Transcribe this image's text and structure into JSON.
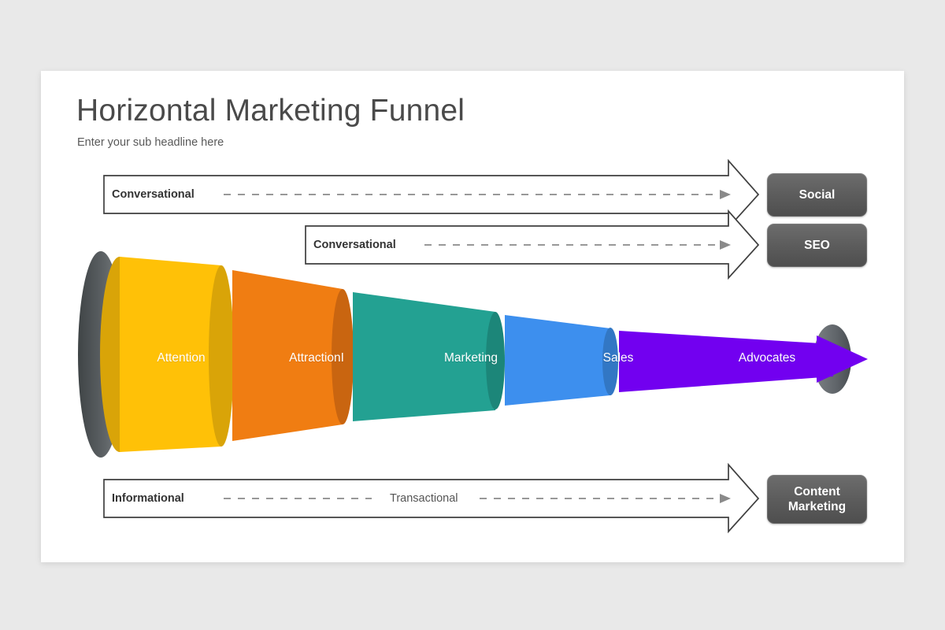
{
  "slide": {
    "title": "Horizontal Marketing Funnel",
    "subtitle": "Enter your sub headline here"
  },
  "colors": {
    "background": "#e9e9e9",
    "slide": "#ffffff",
    "title_text": "#4a4a4a",
    "subtitle_text": "#595959",
    "arrow_stroke": "#3f3f3f",
    "dash_line": "#8a8a8a",
    "tag_dark": "#5d5d5d",
    "cap_gray": "#555a5d"
  },
  "arrows": [
    {
      "id": "top-arrow-social",
      "labels": [
        {
          "text": "Conversational",
          "bold": true
        }
      ],
      "tag": "Social"
    },
    {
      "id": "top-arrow-seo",
      "labels": [
        {
          "text": "Conversational",
          "bold": true
        }
      ],
      "tag": "SEO"
    },
    {
      "id": "bottom-arrow-content-marketing",
      "labels": [
        {
          "text": "Informational",
          "bold": true
        },
        {
          "text": "Transactional",
          "bold": false
        }
      ],
      "tag": "Content Marketing",
      "tag_lines": [
        "Content",
        "Marketing"
      ]
    }
  ],
  "funnel": {
    "type": "horizontal-funnel",
    "stages": [
      {
        "label": "Attention",
        "face": "#FFC107",
        "cap": "#D9A408"
      },
      {
        "label": "AttractionI",
        "face": "#F07D12",
        "cap": "#C96510"
      },
      {
        "label": "Marketing",
        "face": "#23A192",
        "cap": "#1C8679"
      },
      {
        "label": "Sales",
        "face": "#3D8FEE",
        "cap": "#3277C4"
      },
      {
        "label": "Advocates",
        "face": "#7200F0",
        "cap": "#5F00C9"
      }
    ],
    "end_cap_color": "#555a5d"
  }
}
